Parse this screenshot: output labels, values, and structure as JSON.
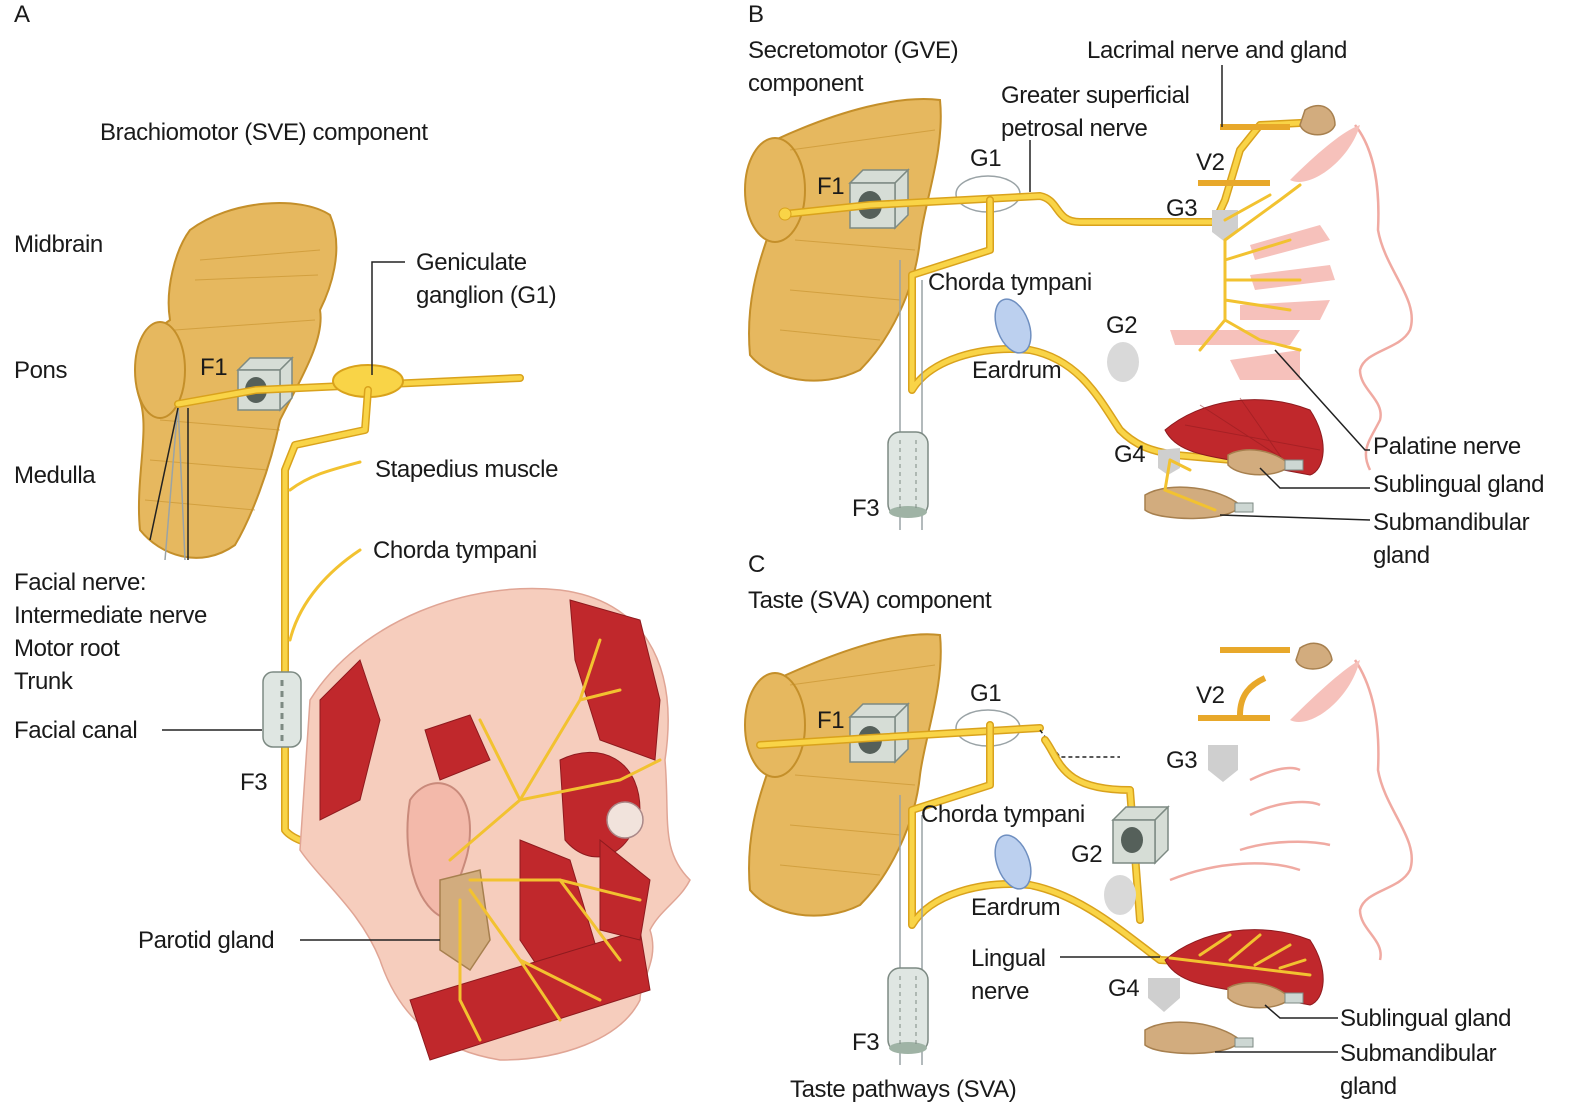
{
  "panels": {
    "A": {
      "letter": "A",
      "title": "Brachiomotor (SVE) component",
      "labels": {
        "midbrain": "Midbrain",
        "pons": "Pons",
        "medulla": "Medulla",
        "f1": "F1",
        "geniculate_1": "Geniculate",
        "geniculate_2": "ganglion (G1)",
        "stapedius": "Stapedius muscle",
        "chorda": "Chorda tympani",
        "facial_nerve": "Facial nerve:",
        "intermediate": "Intermediate nerve",
        "motor_root": "Motor root",
        "trunk": "Trunk",
        "facial_canal": "Facial canal",
        "f3": "F3",
        "parotid": "Parotid gland"
      }
    },
    "B": {
      "letter": "B",
      "title_1": "Secretomotor (GVE)",
      "title_2": "component",
      "labels": {
        "lacrimal": "Lacrimal nerve and gland",
        "gsp_1": "Greater superficial",
        "gsp_2": "petrosal nerve",
        "g1": "G1",
        "v2": "V2",
        "f1": "F1",
        "g3": "G3",
        "chorda": "Chorda tympani",
        "g2": "G2",
        "eardrum": "Eardrum",
        "palatine": "Palatine nerve",
        "g4": "G4",
        "sublingual": "Sublingual gland",
        "f3": "F3",
        "submandibular_1": "Submandibular",
        "submandibular_2": "gland"
      }
    },
    "C": {
      "letter": "C",
      "title": "Taste (SVA) component",
      "labels": {
        "g1": "G1",
        "v2": "V2",
        "f1": "F1",
        "g3": "G3",
        "chorda": "Chorda tympani",
        "g2": "G2",
        "eardrum": "Eardrum",
        "lingual_1": "Lingual",
        "lingual_2": "nerve",
        "g4": "G4",
        "sublingual": "Sublingual gland",
        "f3": "F3",
        "submandibular_1": "Submandibular",
        "submandibular_2": "gland",
        "taste_pathways": "Taste pathways (SVA)"
      }
    }
  },
  "colors": {
    "brainstem": "#e6b85f",
    "nerve": "#f9d447",
    "muscle": "#c0282c",
    "skin": "#f6cdbd",
    "gland": "#d2ac7e"
  }
}
